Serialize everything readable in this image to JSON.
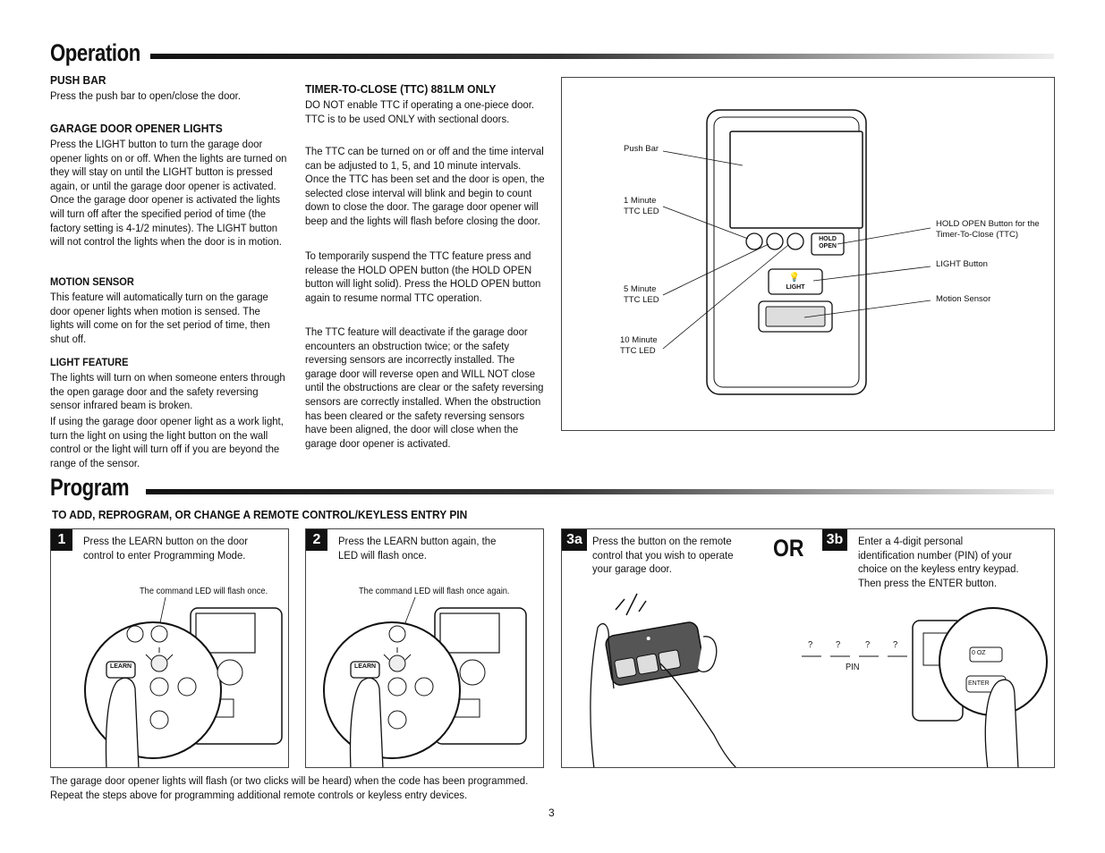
{
  "operation": {
    "title": "Operation",
    "push_bar": {
      "heading": "PUSH BAR",
      "text": "Press the push bar to open/close the door."
    },
    "lights": {
      "heading": "GARAGE DOOR OPENER LIGHTS",
      "text": "Press the LIGHT button to turn the garage door opener lights on or off. When the lights are turned on they will stay on until the LIGHT button is pressed again, or until the garage door opener is activated. Once the garage door opener is activated the lights will turn off after the specified period of time (the factory setting is 4-1/2 minutes). The LIGHT button will not control the lights when the door is in motion."
    },
    "motion": {
      "heading": "MOTION SENSOR",
      "text": "This feature will automatically turn on the garage door opener lights when motion is sensed. The lights will come on for the set period of time, then shut off."
    },
    "light_feature": {
      "heading": "LIGHT FEATURE",
      "p1": "The lights will turn on when someone enters through the open garage door and the safety reversing sensor infrared beam is broken.",
      "p2": "If using the garage door opener light as a work light, turn the light on using the light button on the wall control or the light will turn off if you are beyond the range of the sensor."
    },
    "ttc": {
      "heading": "TIMER-TO-CLOSE (TTC) 881LM ONLY",
      "p1": "DO NOT enable TTC if operating a one-piece door. TTC is to be used ONLY with sectional doors.",
      "p2": "The TTC can be turned on or off and the time interval can be adjusted to 1, 5, and 10 minute intervals. Once the TTC has been set and the door is open, the selected close interval will blink and begin to count down to close the door. The garage door opener will beep and the lights will flash before closing the door.",
      "p3": "To temporarily suspend the TTC feature press and release the HOLD OPEN button (the HOLD OPEN button will light solid). Press the HOLD OPEN button again to resume normal TTC operation.",
      "p4": "The TTC feature will deactivate if the garage door encounters an obstruction twice; or the safety reversing sensors are incorrectly installed. The garage door will reverse open and WILL NOT close until the obstructions are clear or the safety reversing sensors are correctly installed. When the obstruction has been cleared or the safety reversing sensors have been aligned, the door will close when the garage door opener is activated."
    },
    "diagram": {
      "push_bar": "Push Bar",
      "led1_a": "1 Minute",
      "led1_b": "TTC LED",
      "led5_a": "5 Minute",
      "led5_b": "TTC LED",
      "led10_a": "10 Minute",
      "led10_b": "TTC LED",
      "hold_a": "HOLD OPEN Button for the",
      "hold_b": "Timer-To-Close (TTC)",
      "light_btn": "LIGHT Button",
      "motion": "Motion Sensor",
      "btn_hold": "HOLD",
      "btn_open": "OPEN",
      "btn_light": "LIGHT"
    }
  },
  "program": {
    "title": "Program",
    "subheading": "TO ADD, REPROGRAM, OR CHANGE A REMOTE CONTROL/KEYLESS ENTRY PIN",
    "step1": {
      "num": "1",
      "text_a": "Press the LEARN button on the door",
      "text_b": "control to enter Programming Mode.",
      "caption": "The command LED will flash once.",
      "learn": "LEARN"
    },
    "step2": {
      "num": "2",
      "text_a": "Press the LEARN button again, the",
      "text_b": "LED will flash once.",
      "caption": "The command LED will flash once again.",
      "learn": "LEARN"
    },
    "step3a": {
      "num": "3a",
      "text_a": "Press the button on the remote",
      "text_b": "control that you wish to operate",
      "text_c": "your garage door."
    },
    "or": "OR",
    "step3b": {
      "num": "3b",
      "text_a": "Enter a 4-digit personal",
      "text_b": "identification number (PIN) of your",
      "text_c": "choice on the keyless entry keypad.",
      "text_d": "Then press the ENTER button.",
      "pin_label": "PIN",
      "q": "?",
      "enter": "ENTER",
      "keypad_display": "0 OZ"
    },
    "footer1": "The garage door opener lights will flash (or two clicks will be heard) when the code has been programmed.",
    "footer2": "Repeat the steps above for programming additional remote controls or keyless entry devices."
  },
  "page_number": "3"
}
